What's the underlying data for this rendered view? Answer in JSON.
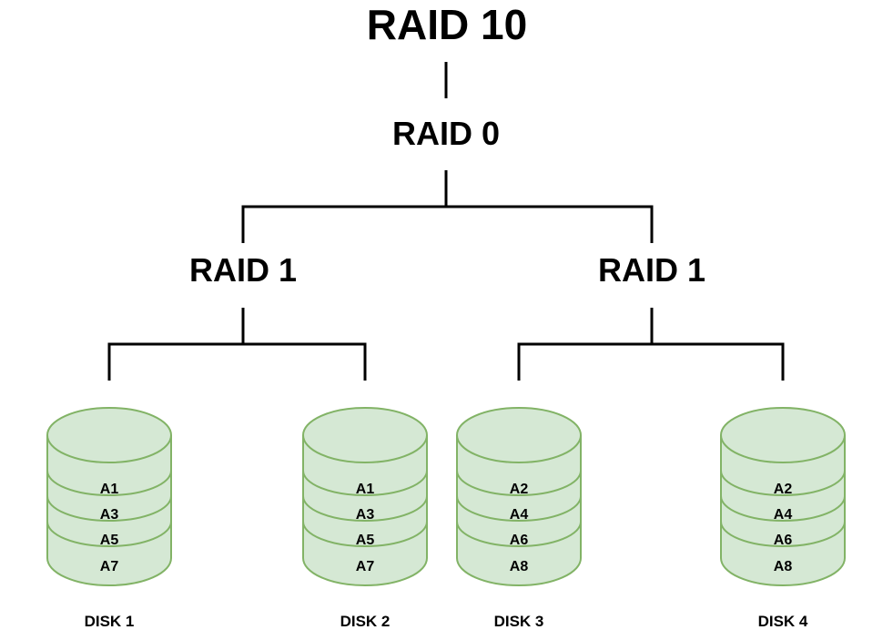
{
  "diagram": {
    "title": "RAID 10",
    "root_node": "RAID 0",
    "mirror_nodes": [
      "RAID 1",
      "RAID 1"
    ]
  },
  "disks": [
    {
      "name": "DISK 1",
      "blocks": [
        "A1",
        "A3",
        "A5",
        "A7"
      ]
    },
    {
      "name": "DISK 2",
      "blocks": [
        "A1",
        "A3",
        "A5",
        "A7"
      ]
    },
    {
      "name": "DISK 3",
      "blocks": [
        "A2",
        "A4",
        "A6",
        "A8"
      ]
    },
    {
      "name": "DISK 4",
      "blocks": [
        "A2",
        "A4",
        "A6",
        "A8"
      ]
    }
  ],
  "colors": {
    "cylinder_fill": "#d5e8d4",
    "cylinder_stroke": "#82b366",
    "connector": "#000000",
    "text": "#000000",
    "background": "#ffffff"
  }
}
